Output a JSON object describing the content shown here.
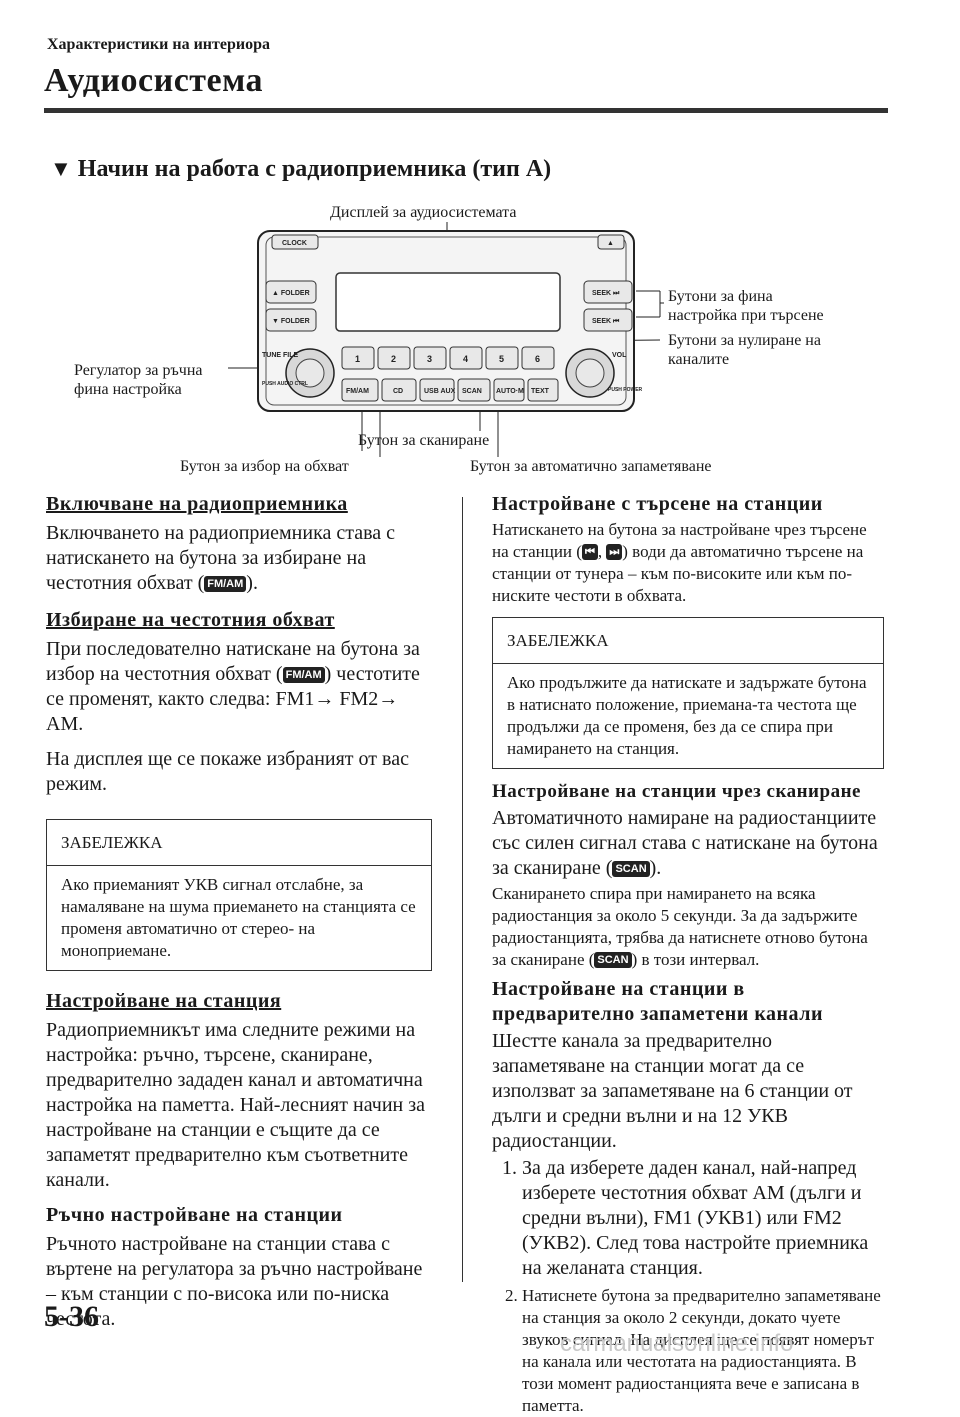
{
  "header": {
    "subtitle": "Характеристики на интериора",
    "title": "Аудиосистема"
  },
  "section_title": "Начин на работа с радиоприемника (тип А)",
  "diagram": {
    "labels": {
      "display": "Дисплей за аудиосистемата",
      "seek": "Бутони за фина",
      "seek2": "настройка при търсене",
      "presets": "Бутони за нулиране на",
      "presets2": "каналите",
      "tune": "Регулатор за ръчна",
      "tune2": "фина настройка",
      "scan": "Бутон за сканиране",
      "band": "Бутон за избор на обхват",
      "automem": "Бутон за автоматично запаметяване"
    },
    "buttons": {
      "clock": "CLOCK",
      "eject": "▲",
      "folder_up": "▲ FOLDER",
      "folder_down": "▼ FOLDER",
      "seek_up": "SEEK ⏭",
      "seek_down": "SEEK ⏮",
      "tune_file": "TUNE FILE",
      "push_audio": "PUSH AUDIO CTRL",
      "vol": "VOL",
      "push_power": "PUSH POWER",
      "p1": "1",
      "p2": "2",
      "p3": "3",
      "p4": "4",
      "p5": "5",
      "p6": "6",
      "fmam": "FM/AM",
      "cd": "CD",
      "usb": "USB AUX",
      "scan": "SCAN",
      "automem": "AUTO·M",
      "text": "TEXT"
    }
  },
  "left": {
    "h1": "Включване на радиоприемника",
    "p1": "Включването на радиоприемника става с натискането на бутона за избиране на честотния обхват (",
    "p1_key": "FM/AM",
    "p1_end": ").",
    "h2": "Избиране на честотния обхват",
    "p2a": "При последователно натискане на бутона за избор на честотния обхват (",
    "p2_key": "FM/AM",
    "p2b": ") честотите се променят, както следва: FM1→ FM2→ AM.",
    "p3": "На дисплея ще се покаже избраният от вас режим.",
    "note_title": "ЗАБЕЛЕЖКА",
    "note_body": "Ако приеманият УКВ сигнал отслабне, за намаляване на шума приемането на станцията се променя автоматично от стерео- на моноприемане.",
    "h3": "Настройване на станция",
    "p4": "Радиоприемникът има следните режими на настройка: ръчно, търсене, сканиране, предварително зададен канал и автоматична настройка на паметта. Най-лесният начин за настройване на станции е същите да се запаметят предварително към съответните канали.",
    "h4": "Ръчно настройване на станции",
    "p5": "Ръчното настройване на станции става с въртене на регулатора за ръчно настройване – към станции с по-висока или по-ниска честота."
  },
  "right": {
    "h1": "Настройване с търсене на станции",
    "p1a": "Натискането на бутона за настройване чрез търсене на станции (",
    "p1_key1": "⏮",
    "p1_sep": ", ",
    "p1_key2": "⏭",
    "p1b": ") води да автоматично търсене на станции от тунера – към по-високите или към по-ниските честоти в обхвата.",
    "note_title": "ЗАБЕЛЕЖКА",
    "note_body": "Ако продължите да натискате и задържате бутона в натиснато положение, приемана-та честота ще продължи да се променя, без да се спира при намирането на станция.",
    "h2": "Настройване на станции чрез сканиране",
    "p2a": "Автоматичното намиране на радиостанциите със силен сигнал става с натискане на бутона за сканиране (",
    "p2_key": "SCAN",
    "p2b": ").",
    "p3a": "Сканирането спира при намирането на всяка радиостанция за около 5 секунди. За да задържите радиостанцията, трябва да натиснете отново бутона за сканиране (",
    "p3_key": "SCAN",
    "p3b": ") в този интервал.",
    "h3": "Настройване на станции в предварително запаметени канали",
    "p4": "Шестте канала за предварително запаметяване на станции могат да се използват за запаметяване на 6 станции от дълги и средни вълни и на 12 УКВ радиостанции.",
    "li1": "За да изберете даден канал, най-напред изберете честотния обхват AM (дълги и средни вълни), FM1 (УКВ1) или FM2 (УКВ2). След това настройте приемника на желаната станция.",
    "li2": "Натиснете бутона за предварително запаметяване на станция за около 2 секунди, докато чуете звуков сигнал. На дисплея ще се появят номерът на канала или честотата на радиостанцията. В този момент радиостанцията вече е записана в паметта."
  },
  "page_number": "5-36",
  "watermark": "carmanualsonline.info"
}
